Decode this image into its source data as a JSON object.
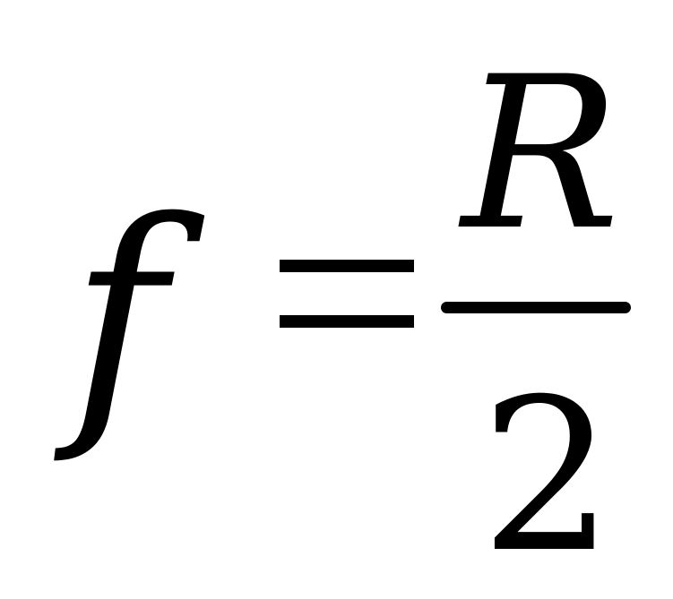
{
  "formula": {
    "lhs": "f",
    "equals": "=",
    "numerator": "R",
    "denominator": "2"
  }
}
